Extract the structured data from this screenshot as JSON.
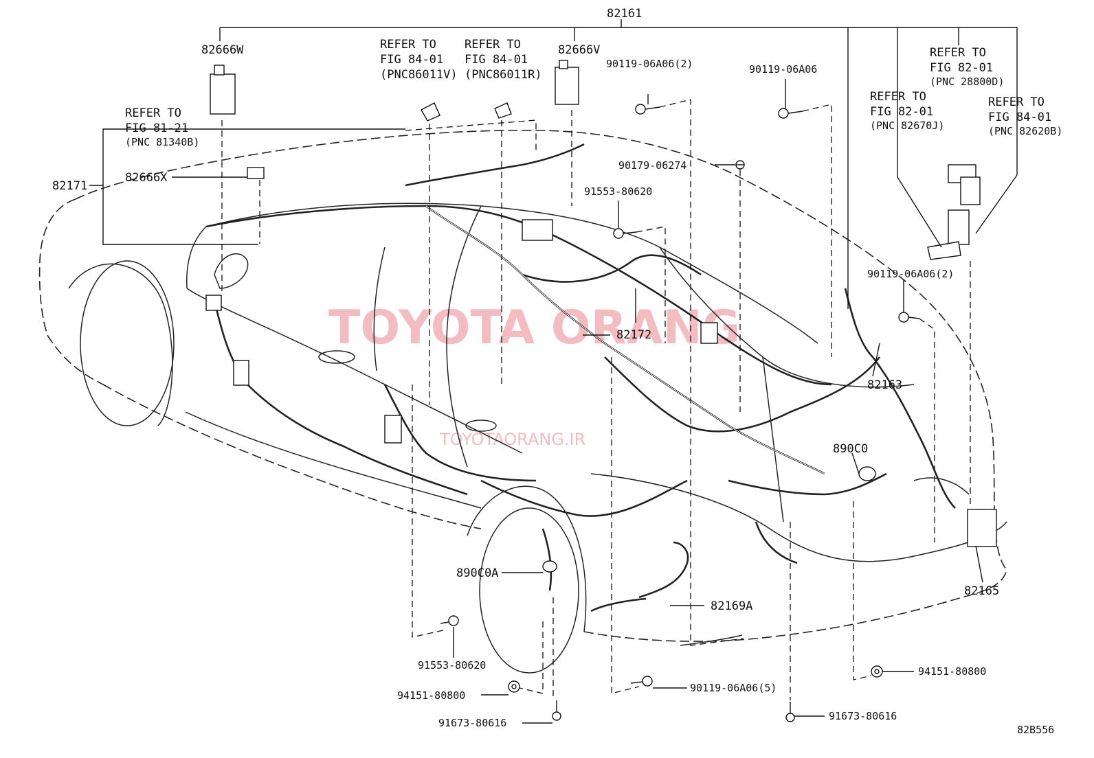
{
  "watermark": {
    "title": "TOYOTA ORANG",
    "subtitle": "TOYOTAORANG.IR",
    "color": "#e8868f"
  },
  "figure_id": "82B556",
  "labels": {
    "main": "82161",
    "l_82666W": "82666W",
    "l_82666V": "82666V",
    "l_82666X": "82666X",
    "l_82171": "82171",
    "l_82172": "82172",
    "l_82163": "82163",
    "l_82165": "82165",
    "l_890C0": "890C0",
    "l_890C0A": "890C0A",
    "l_82169A": "82169A",
    "l_90119_06A06_2a": "90119-06A06(2)",
    "l_90119_06A06": "90119-06A06",
    "l_90179_06274": "90179-06274",
    "l_91553_80620_top": "91553-80620",
    "l_90119_06A06_2b": "90119-06A06(2)",
    "l_91553_80620_bot": "91553-80620",
    "l_94151_80800_left": "94151-80800",
    "l_91673_80616_left": "91673-80616",
    "l_90119_06A06_5": "90119-06A06(5)",
    "l_94151_80800_right": "94151-80800",
    "l_91673_80616_right": "91673-80616"
  },
  "refs": {
    "r81": [
      "REFER TO",
      "FIG 81-21",
      "(PNC 81340B)"
    ],
    "r84v": [
      "REFER TO",
      "FIG 84-01",
      "(PNC86011V)"
    ],
    "r84r": [
      "REFER TO",
      "FIG 84-01",
      "(PNC86011R)"
    ],
    "r82d": [
      "REFER TO",
      "FIG 82-01",
      "(PNC 28800D)"
    ],
    "r82j": [
      "REFER TO",
      "FIG 82-01",
      "(PNC 82670J)"
    ],
    "r84b": [
      "REFER TO",
      "FIG 84-01",
      "(PNC 82620B)"
    ]
  }
}
